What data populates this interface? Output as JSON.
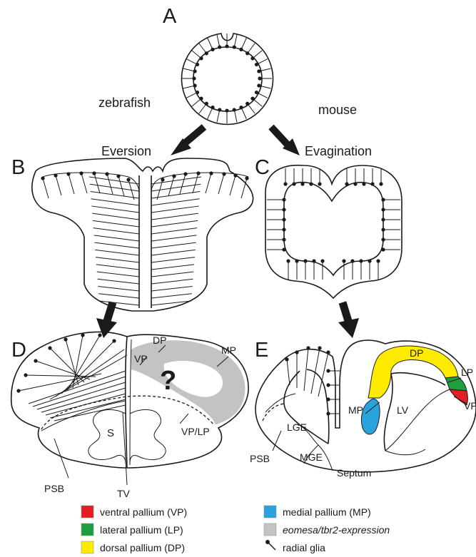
{
  "panels": {
    "a": "A",
    "b": "B",
    "c": "C",
    "d": "D",
    "e": "E"
  },
  "headings": {
    "zebrafish": "zebrafish",
    "mouse": "mouse",
    "eversion": "Eversion",
    "evagination": "Evagination"
  },
  "labels_d": {
    "dp": "DP",
    "mp": "MP",
    "vp": "VP",
    "vp_lp": "VP/LP",
    "question": "?",
    "s": "S",
    "psb": "PSB",
    "tv": "TV"
  },
  "labels_e": {
    "dp": "DP",
    "lp": "LP",
    "vp": "VP",
    "mp": "MP",
    "lv": "LV",
    "lge": "LGE",
    "mge": "MGE",
    "psb": "PSB",
    "septum": "Septum"
  },
  "legend": [
    {
      "label": "ventral pallium (VP)",
      "color": "#e31e24"
    },
    {
      "label": "lateral pallium (LP)",
      "color": "#1e9e3e"
    },
    {
      "label": "dorsal pallium (DP)",
      "color": "#ffeb00"
    },
    {
      "label": "medial pallium (MP)",
      "color": "#2aa3dd"
    },
    {
      "label": "eomesa/tbr2-expression",
      "color": "#c3c3c3"
    },
    {
      "label": "radial glia",
      "color": "#1a1a1a"
    }
  ]
}
